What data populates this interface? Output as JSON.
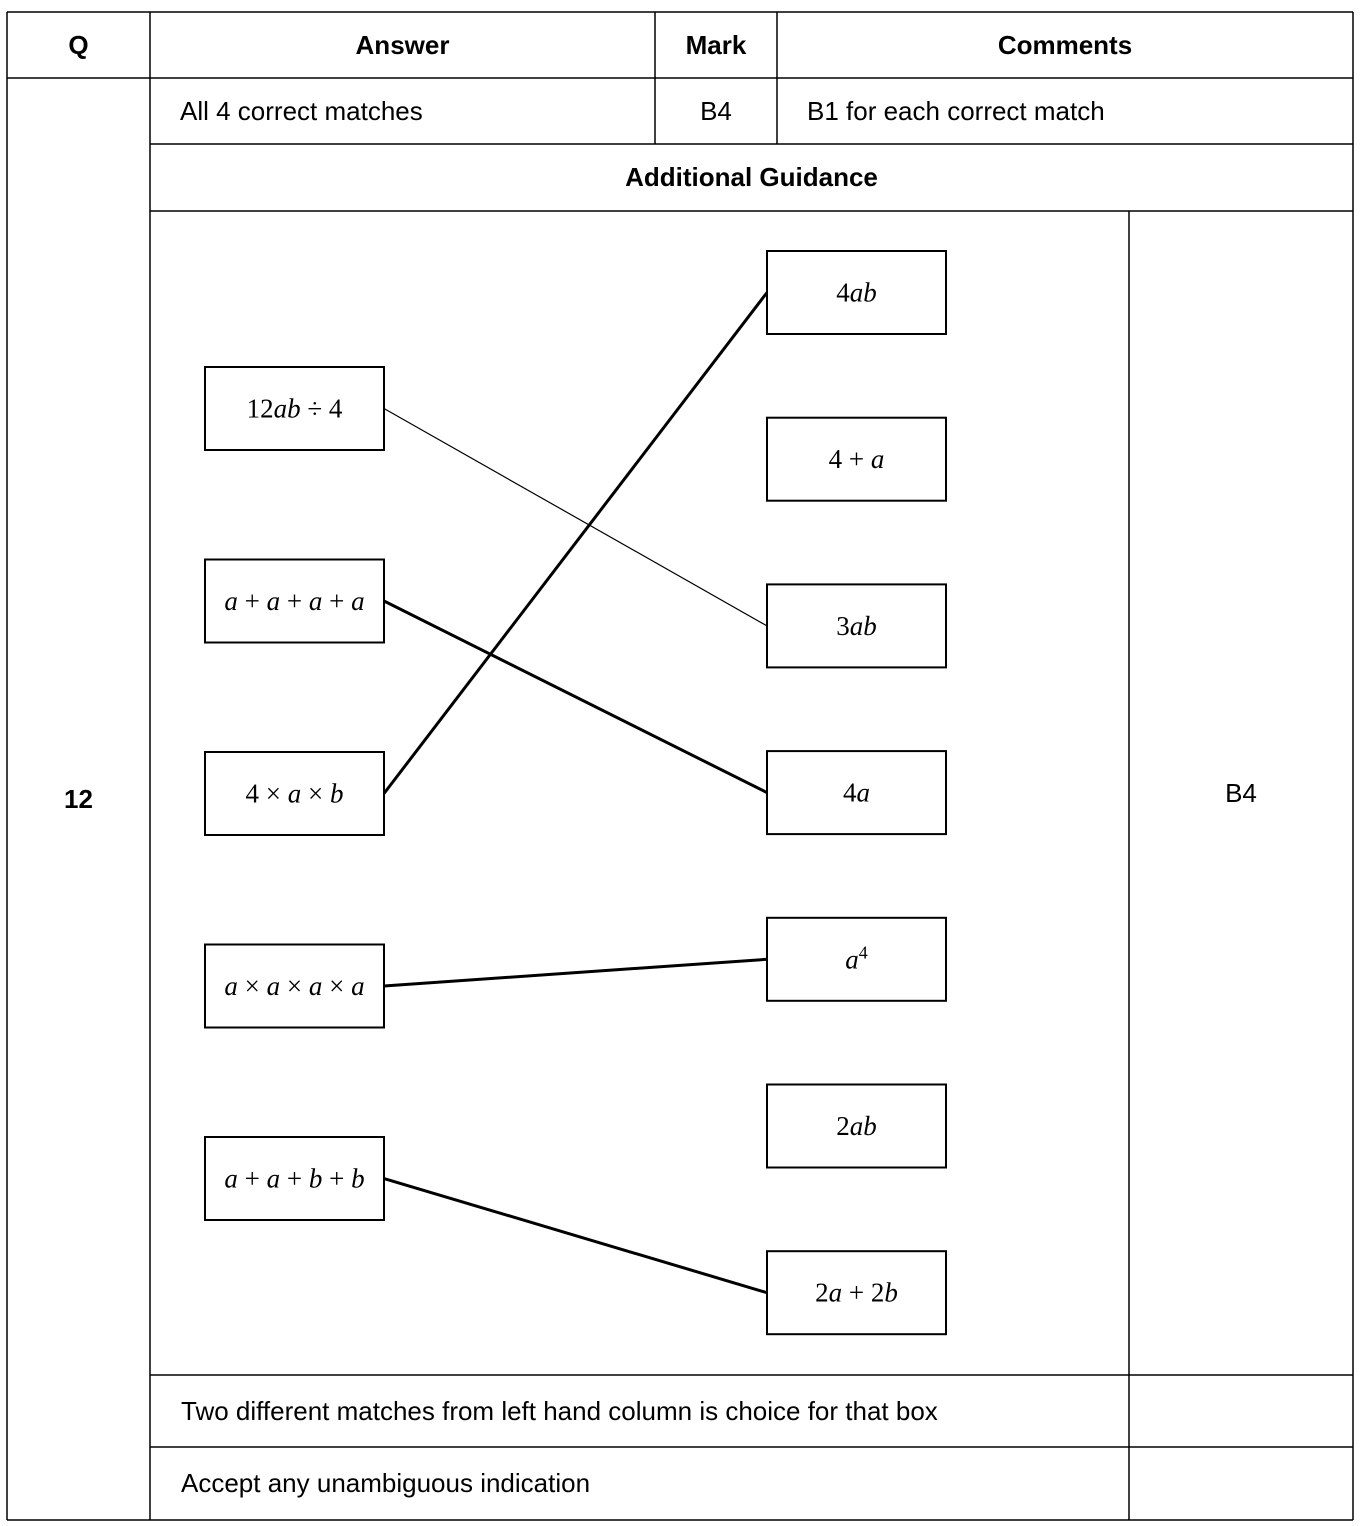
{
  "header": {
    "q": "Q",
    "answer": "Answer",
    "mark": "Mark",
    "comments": "Comments"
  },
  "question": {
    "number": "12",
    "answer": "All 4 correct matches",
    "mark": "B4",
    "comment": "B1 for each correct match"
  },
  "guidance": {
    "title": "Additional Guidance",
    "diagram_mark": "B4",
    "notes": [
      "Two different matches from left hand column is choice for that box",
      "Accept any unambiguous indication"
    ]
  },
  "diagram": {
    "left_boxes": [
      {
        "id": "L1",
        "parts": [
          [
            "12",
            0
          ],
          [
            "ab",
            1
          ],
          [
            " ÷ 4",
            0
          ]
        ]
      },
      {
        "id": "L2",
        "parts": [
          [
            "a",
            1
          ],
          [
            " + ",
            0
          ],
          [
            "a",
            1
          ],
          [
            " + ",
            0
          ],
          [
            "a",
            1
          ],
          [
            " + ",
            0
          ],
          [
            "a",
            1
          ]
        ]
      },
      {
        "id": "L3",
        "parts": [
          [
            "4 × ",
            0
          ],
          [
            "a",
            1
          ],
          [
            " × ",
            0
          ],
          [
            "b",
            1
          ]
        ]
      },
      {
        "id": "L4",
        "parts": [
          [
            "a",
            1
          ],
          [
            " × ",
            0
          ],
          [
            "a",
            1
          ],
          [
            " × ",
            0
          ],
          [
            "a",
            1
          ],
          [
            " × ",
            0
          ],
          [
            "a",
            1
          ]
        ]
      },
      {
        "id": "L5",
        "parts": [
          [
            "a",
            1
          ],
          [
            " + ",
            0
          ],
          [
            "a",
            1
          ],
          [
            " + ",
            0
          ],
          [
            "b",
            1
          ],
          [
            " + ",
            0
          ],
          [
            "b",
            1
          ]
        ]
      }
    ],
    "right_boxes": [
      {
        "id": "R1",
        "parts": [
          [
            "4",
            0
          ],
          [
            "ab",
            1
          ]
        ]
      },
      {
        "id": "R2",
        "parts": [
          [
            "4 + ",
            0
          ],
          [
            "a",
            1
          ]
        ]
      },
      {
        "id": "R3",
        "parts": [
          [
            "3",
            0
          ],
          [
            "ab",
            1
          ]
        ]
      },
      {
        "id": "R4",
        "parts": [
          [
            "4",
            0
          ],
          [
            "a",
            1
          ]
        ]
      },
      {
        "id": "R5",
        "parts": [
          [
            "a",
            1
          ],
          [
            "4",
            2
          ]
        ]
      },
      {
        "id": "R6",
        "parts": [
          [
            "2",
            0
          ],
          [
            "ab",
            1
          ]
        ]
      },
      {
        "id": "R7",
        "parts": [
          [
            "2",
            0
          ],
          [
            "a",
            1
          ],
          [
            " + 2",
            0
          ],
          [
            "b",
            1
          ]
        ]
      }
    ],
    "matches": [
      {
        "from": "L1",
        "to": "R3",
        "style": "thin"
      },
      {
        "from": "L2",
        "to": "R4",
        "style": "thick"
      },
      {
        "from": "L3",
        "to": "R1",
        "style": "thick"
      },
      {
        "from": "L4",
        "to": "R5",
        "style": "thick"
      },
      {
        "from": "L5",
        "to": "R7",
        "style": "thick"
      }
    ]
  }
}
